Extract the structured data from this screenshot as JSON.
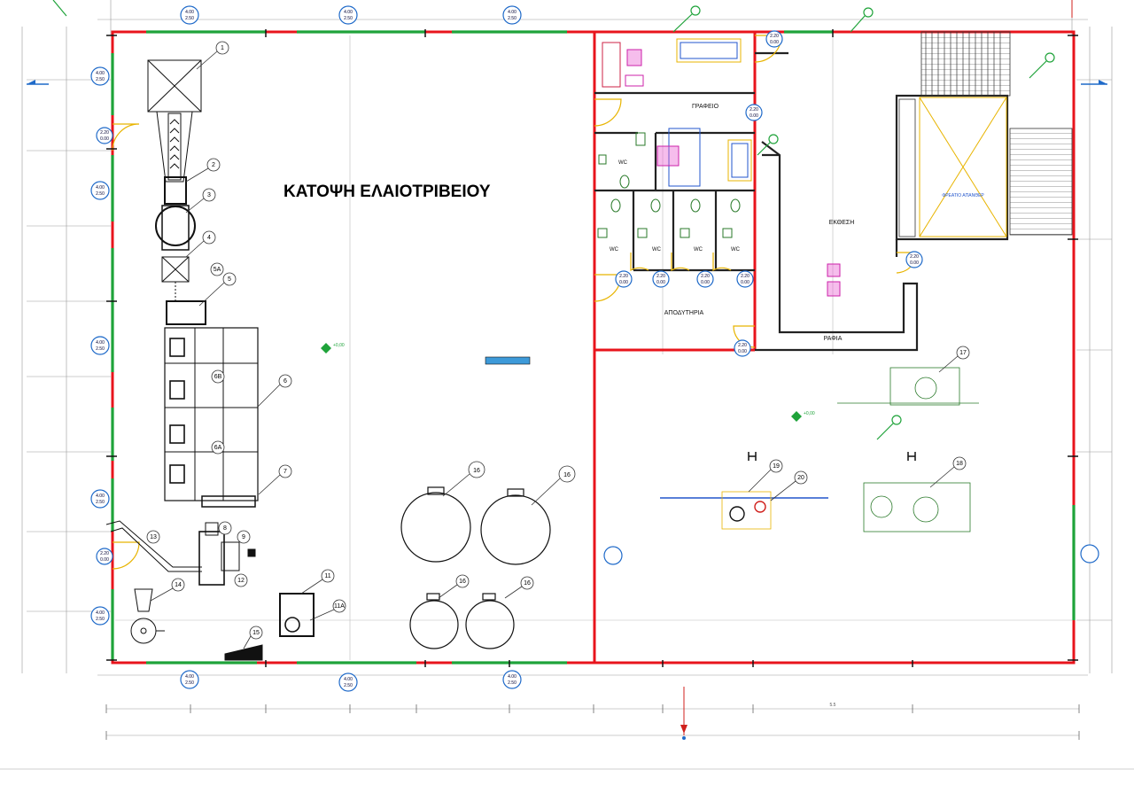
{
  "title": "ΚΑΤΟΨΗ ΕΛΑΙΟΤΡΙΒΕΙΟΥ",
  "rooms": {
    "office": "ΓΡΑΦΕΙΟ",
    "exhibition": "ΕΚΘΕΣΗ",
    "locker": "ΑΠΟΔΥΤΗΡΙΑ",
    "shelf": "ΡΑΦΙΑ",
    "wc": "WC",
    "pit": "ΦΡΕΑΤΙΟ ΑΠΑΝΘΕΡ"
  },
  "equipment_labels": [
    "1",
    "2",
    "3",
    "4",
    "5A",
    "5",
    "6",
    "6B",
    "6A",
    "7",
    "8",
    "9",
    "12",
    "13",
    "14",
    "11",
    "11A",
    "15",
    "16",
    "17",
    "18",
    "19",
    "20"
  ],
  "level_marks": {
    "main": "+0,00",
    "east": "+0,00"
  },
  "dimensions": {
    "bottom_span": "5.5"
  },
  "window_bubble": [
    "4.00",
    "2.50"
  ],
  "door_bubble": [
    "2.20",
    "0.00"
  ],
  "colors": {
    "wall": "#e8141c",
    "window": "#1fa33a",
    "bubble": "#1f6ac9",
    "fixture": "#2a7a2a",
    "furniture": "#cc22aa"
  }
}
